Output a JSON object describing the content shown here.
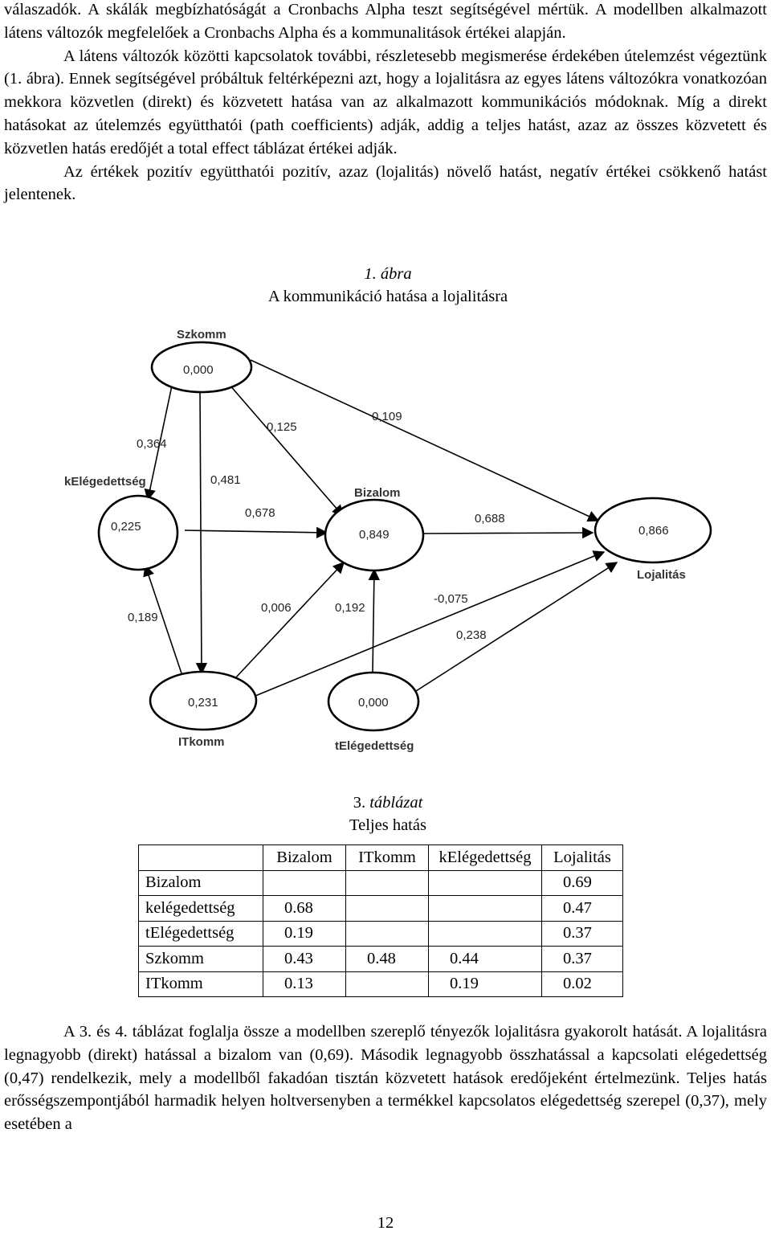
{
  "text_top": {
    "p1": "válaszadók. A skálák megbízhatóságát a Cronbachs Alpha teszt segítségével mértük. A modellben alkalmazott látens változók megfelelőek a Cronbachs Alpha és a kommunalitások értékei alapján.",
    "p2": "A látens változók közötti kapcsolatok további, részletesebb megismerése érdekében útelemzést végeztünk (1. ábra). Ennek segítségével próbáltuk feltérképezni azt, hogy a lojalitásra az egyes látens változókra vonatkozóan mekkora közvetlen (direkt) és közvetett hatása van az alkalmazott kommunikációs módoknak. Míg a direkt hatásokat az útelemzés együtthatói (path coefficients) adják, addig a teljes hatást, azaz az összes közvetett és közvetlen hatás eredőjét a total effect táblázat értékei adják.",
    "p3": "Az értékek pozitív együtthatói pozitív, azaz (lojalitás) növelő hatást, negatív értékei csökkenő hatást jelentenek."
  },
  "figure": {
    "number": "1. ábra",
    "title": "A kommunikáció hatása a lojalitásra",
    "nodes": {
      "szkomm": {
        "name": "Szkomm",
        "value": "0,000"
      },
      "kelegedettseg": {
        "name": "kElégedettség",
        "value": "0,225"
      },
      "bizalom": {
        "name": "Bizalom",
        "value": "0,849"
      },
      "lojalitas": {
        "name": "Lojalitás",
        "value": "0,866"
      },
      "itkomm": {
        "name": "ITkomm",
        "value": "0,231"
      },
      "telegedettseg": {
        "name": "tElégedettség",
        "value": "0,000"
      }
    },
    "edges": {
      "szkomm_kelegedettseg": "0,364",
      "szkomm_bizalom": "0,125",
      "szkomm_lojalitas": "0,109",
      "szkomm_itkomm": "0,481",
      "kelegedettseg_bizalom": "0,678",
      "bizalom_lojalitas": "0,688",
      "itkomm_kelegedettseg": "0,189",
      "itkomm_bizalom": "0,006",
      "telegedettseg_bizalom": "0,192",
      "itkomm_lojalitas": "-0,075",
      "telegedettseg_lojalitas": "0,238"
    }
  },
  "table": {
    "number": "3.",
    "number_italic": "táblázat",
    "title": "Teljes hatás",
    "columns": [
      "",
      "Bizalom",
      "ITkomm",
      "kElégedettség",
      "Lojalitás"
    ],
    "rows": [
      [
        "Bizalom",
        "",
        "",
        "",
        "0.69"
      ],
      [
        "kelégedettség",
        "0.68",
        "",
        "",
        "0.47"
      ],
      [
        "tElégedettség",
        "0.19",
        "",
        "",
        "0.37"
      ],
      [
        "Szkomm",
        "0.43",
        "0.48",
        "0.44",
        "0.37"
      ],
      [
        "ITkomm",
        "0.13",
        "",
        "0.19",
        "0.02"
      ]
    ]
  },
  "text_bottom": {
    "p1": "A 3. és 4. táblázat foglalja össze a modellben szereplő tényezők lojalitásra gyakorolt hatását. A lojalitásra legnagyobb (direkt) hatással a bizalom van (0,69). Második legnagyobb összhatással a kapcsolati elégedettség (0,47) rendelkezik, mely a modellből fakadóan tisztán közvetett hatások eredőjeként értelmezünk. Teljes hatás erősségszempontjából harmadik helyen holtversenyben a termékkel kapcsolatos elégedettség szerepel (0,37), mely esetében a"
  },
  "page_number": "12"
}
